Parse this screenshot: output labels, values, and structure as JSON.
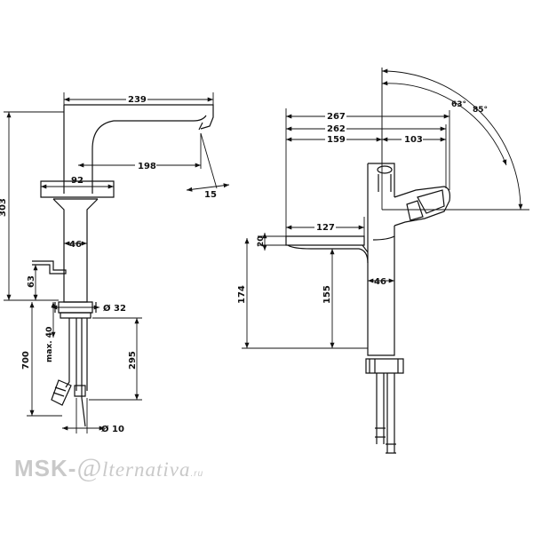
{
  "watermark": {
    "prefix": "MSK-",
    "mark": "@",
    "tail": "lternativa",
    "suffix": ".ru"
  },
  "left_view": {
    "dims": {
      "d239": "239",
      "d198": "198",
      "d92": "92",
      "d15": "15",
      "d303": "303",
      "d46": "46",
      "d63": "63",
      "d32": "Ø 32",
      "d700": "700",
      "dmax40": "max. 40",
      "d295": "295",
      "d10": "Ø 10"
    }
  },
  "right_view": {
    "dims": {
      "d267": "267",
      "d262": "262",
      "d159": "159",
      "d103": "103",
      "d127": "127",
      "d174": "174",
      "d155": "155",
      "d46": "46",
      "d20": "20",
      "a63": "63°",
      "a85": "85°"
    }
  },
  "colors": {
    "line": "#111111",
    "watermark": "#c9c9c9"
  }
}
